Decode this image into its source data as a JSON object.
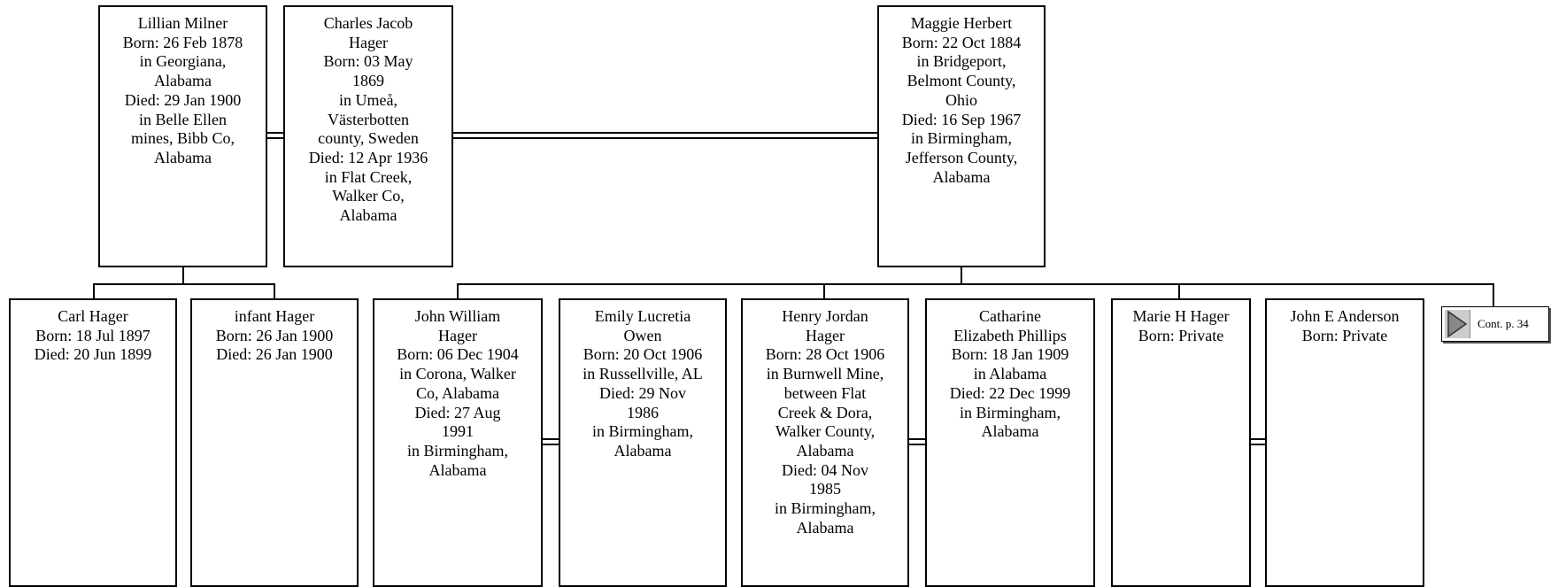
{
  "parents": {
    "lillian": {
      "lines": [
        "Lillian Milner",
        "Born: 26 Feb 1878",
        "in Georgiana,",
        "Alabama",
        "Died: 29 Jan 1900",
        "in Belle Ellen",
        "mines, Bibb Co,",
        "Alabama"
      ]
    },
    "charles": {
      "lines": [
        "Charles Jacob",
        "Hager",
        "Born: 03 May",
        "1869",
        "in Umeå,",
        "Västerbotten",
        "county, Sweden",
        "Died: 12 Apr 1936",
        "in Flat Creek,",
        "Walker Co,",
        "Alabama"
      ]
    },
    "maggie": {
      "lines": [
        "Maggie Herbert",
        "Born: 22 Oct 1884",
        "in Bridgeport,",
        "Belmont County,",
        "Ohio",
        "Died: 16 Sep 1967",
        "in Birmingham,",
        "Jefferson County,",
        "Alabama"
      ]
    }
  },
  "children": [
    {
      "lines": [
        "Carl Hager",
        "Born: 18 Jul 1897",
        "Died: 20 Jun 1899"
      ]
    },
    {
      "lines": [
        "infant Hager",
        "Born: 26 Jan 1900",
        "Died: 26 Jan 1900"
      ]
    },
    {
      "lines": [
        "John William",
        "Hager",
        "Born: 06 Dec 1904",
        "in Corona, Walker",
        "Co, Alabama",
        "Died: 27 Aug",
        "1991",
        "in Birmingham,",
        "Alabama"
      ]
    },
    {
      "lines": [
        "Emily Lucretia",
        "Owen",
        "Born: 20 Oct 1906",
        "in Russellville, AL",
        "Died: 29 Nov",
        "1986",
        "in Birmingham,",
        "Alabama"
      ]
    },
    {
      "lines": [
        "Henry Jordan",
        "Hager",
        "Born: 28 Oct 1906",
        "in Burnwell Mine,",
        "between Flat",
        "Creek & Dora,",
        "Walker County,",
        "Alabama",
        "Died: 04 Nov",
        "1985",
        "in Birmingham,",
        "Alabama"
      ]
    },
    {
      "lines": [
        "Catharine",
        "Elizabeth Phillips",
        "Born: 18 Jan 1909",
        "in Alabama",
        "Died: 22 Dec 1999",
        "in Birmingham,",
        "Alabama"
      ]
    },
    {
      "lines": [
        "Marie H Hager",
        "Born: Private"
      ]
    },
    {
      "lines": [
        "John E Anderson",
        "Born: Private"
      ]
    }
  ],
  "continuation": {
    "label": "Cont. p. 34"
  }
}
